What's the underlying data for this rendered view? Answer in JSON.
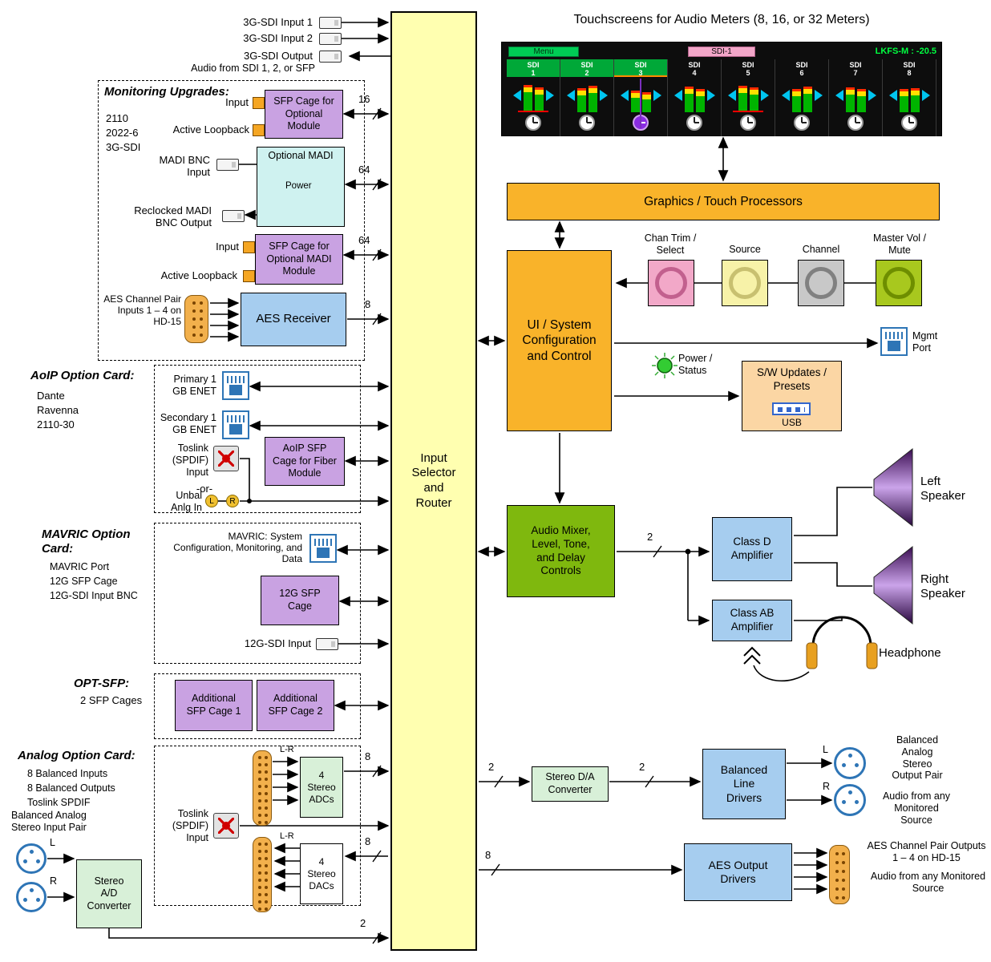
{
  "router": {
    "label": "Input Selector and Router"
  },
  "top_sdi": {
    "input1": "3G-SDI Input 1",
    "input2": "3G-SDI Input 2",
    "output": "3G-SDI Output",
    "output_sub": "Audio from SDI 1, 2, or SFP"
  },
  "monitoring": {
    "title": "Monitoring Upgrades:",
    "items": [
      "2110",
      "2022-6",
      "3G-SDI"
    ],
    "sfp1": {
      "input": "Input",
      "loopback": "Active Loopback",
      "label": "SFP Cage for Optional Module",
      "bus": "16"
    },
    "madi": {
      "title": "Optional MADI",
      "input": "MADI BNC Input",
      "power": "Power",
      "output": "Reclocked MADI BNC Output",
      "bus": "64"
    },
    "sfp2": {
      "input": "Input",
      "loopback": "Active Loopback",
      "label": "SFP Cage for Optional MADI Module",
      "bus": "64"
    },
    "aes": {
      "connector": "AES Channel Pair Inputs 1 – 4 on HD-15",
      "label": "AES Receiver",
      "bus": "8"
    }
  },
  "aoip": {
    "title": "AoIP Option Card:",
    "items": [
      "Dante",
      "Ravenna",
      "2110-30"
    ],
    "primary": "Primary 1 GB ENET",
    "secondary": "Secondary 1 GB ENET",
    "toslink": "Toslink (SPDIF) Input",
    "sfp": "AoIP SFP Cage for Fiber Module",
    "or": "-or-",
    "unbal": "Unbal Anlg In",
    "l": "L",
    "r": "R"
  },
  "mavric": {
    "title": "MAVRIC Option Card:",
    "items": [
      "MAVRIC Port",
      "12G SFP Cage",
      "12G-SDI Input BNC"
    ],
    "port": "MAVRIC: System Configuration, Monitoring, and Data",
    "sfp": "12G SFP Cage",
    "sdi": "12G-SDI Input"
  },
  "optsfp": {
    "title": "OPT-SFP:",
    "sub": "2 SFP Cages",
    "cage1": "Additional SFP Cage 1",
    "cage2": "Additional SFP Cage 2"
  },
  "analog": {
    "title": "Analog Option Card:",
    "items": [
      "8 Balanced Inputs",
      "8 Balanced Outputs",
      "Toslink SPDIF"
    ],
    "lr": "L-R",
    "adcs": "4 Stereo ADCs",
    "dacs": "4 Stereo DACs",
    "toslink": "Toslink (SPDIF) Input",
    "bus_adc": "8",
    "bus_dac": "8"
  },
  "analog_in": {
    "label": "Balanced Analog Stereo Input Pair",
    "l": "L",
    "r": "R",
    "converter": "Stereo A/D Converter",
    "bus": "2"
  },
  "meters": {
    "title": "Touchscreens for Audio Meters (8, 16, or 32 Meters)",
    "menu": "Menu",
    "badge": "SDI-1",
    "lkfs": "LKFS-M : -20.5",
    "channels": [
      {
        "label": "SDI",
        "num": "1",
        "l": 80,
        "r": 74,
        "grouped": true,
        "redline": true
      },
      {
        "label": "SDI",
        "num": "2",
        "l": 72,
        "r": 78,
        "grouped": true
      },
      {
        "label": "SDI",
        "num": "3",
        "l": 64,
        "r": 60,
        "grouped": true,
        "active": true
      },
      {
        "label": "SDI",
        "num": "4",
        "l": 76,
        "r": 70
      },
      {
        "label": "SDI",
        "num": "5",
        "l": 78,
        "r": 74,
        "redline": true
      },
      {
        "label": "SDI",
        "num": "6",
        "l": 70,
        "r": 76
      },
      {
        "label": "SDI",
        "num": "7",
        "l": 74,
        "r": 68
      },
      {
        "label": "SDI",
        "num": "8",
        "l": 68,
        "r": 72
      }
    ]
  },
  "processors": {
    "label": "Graphics / Touch Processors"
  },
  "ui": {
    "label": "UI / System Configuration and Control"
  },
  "knobs": [
    {
      "label": "Chan Trim / Select",
      "box": "#F2A8C8",
      "ring": "#C2608E"
    },
    {
      "label": "Source",
      "box": "#F7F2A8",
      "ring": "#C8C070"
    },
    {
      "label": "Channel",
      "box": "#C8C8C8",
      "ring": "#808080"
    },
    {
      "label": "Master Vol / Mute",
      "box": "#A8C81E",
      "ring": "#6E8E00"
    }
  ],
  "mgmt": {
    "label": "Mgmt Port"
  },
  "power": {
    "label": "Power / Status"
  },
  "sw": {
    "label": "S/W Updates / Presets",
    "usb": "USB"
  },
  "mixer": {
    "label": "Audio Mixer, Level, Tone, and Delay Controls",
    "bus": "2"
  },
  "amps": {
    "class_d": "Class D Amplifier",
    "class_ab": "Class AB Amplifier"
  },
  "speakers": {
    "left": "Left Speaker",
    "right": "Right Speaker",
    "headphone": "Headphone"
  },
  "analog_out": {
    "bus_in": "2",
    "bus_mid": "2",
    "dac": "Stereo D/A Converter",
    "drivers": "Balanced Line Drivers",
    "l": "L",
    "r": "R",
    "pair": "Balanced Analog Stereo Output Pair",
    "source": "Audio from any Monitored Source"
  },
  "aes_out": {
    "bus": "8",
    "drivers": "AES Output Drivers",
    "connector": "AES Channel Pair Outputs 1 – 4  on HD-15",
    "source": "Audio from any Monitored Source"
  }
}
